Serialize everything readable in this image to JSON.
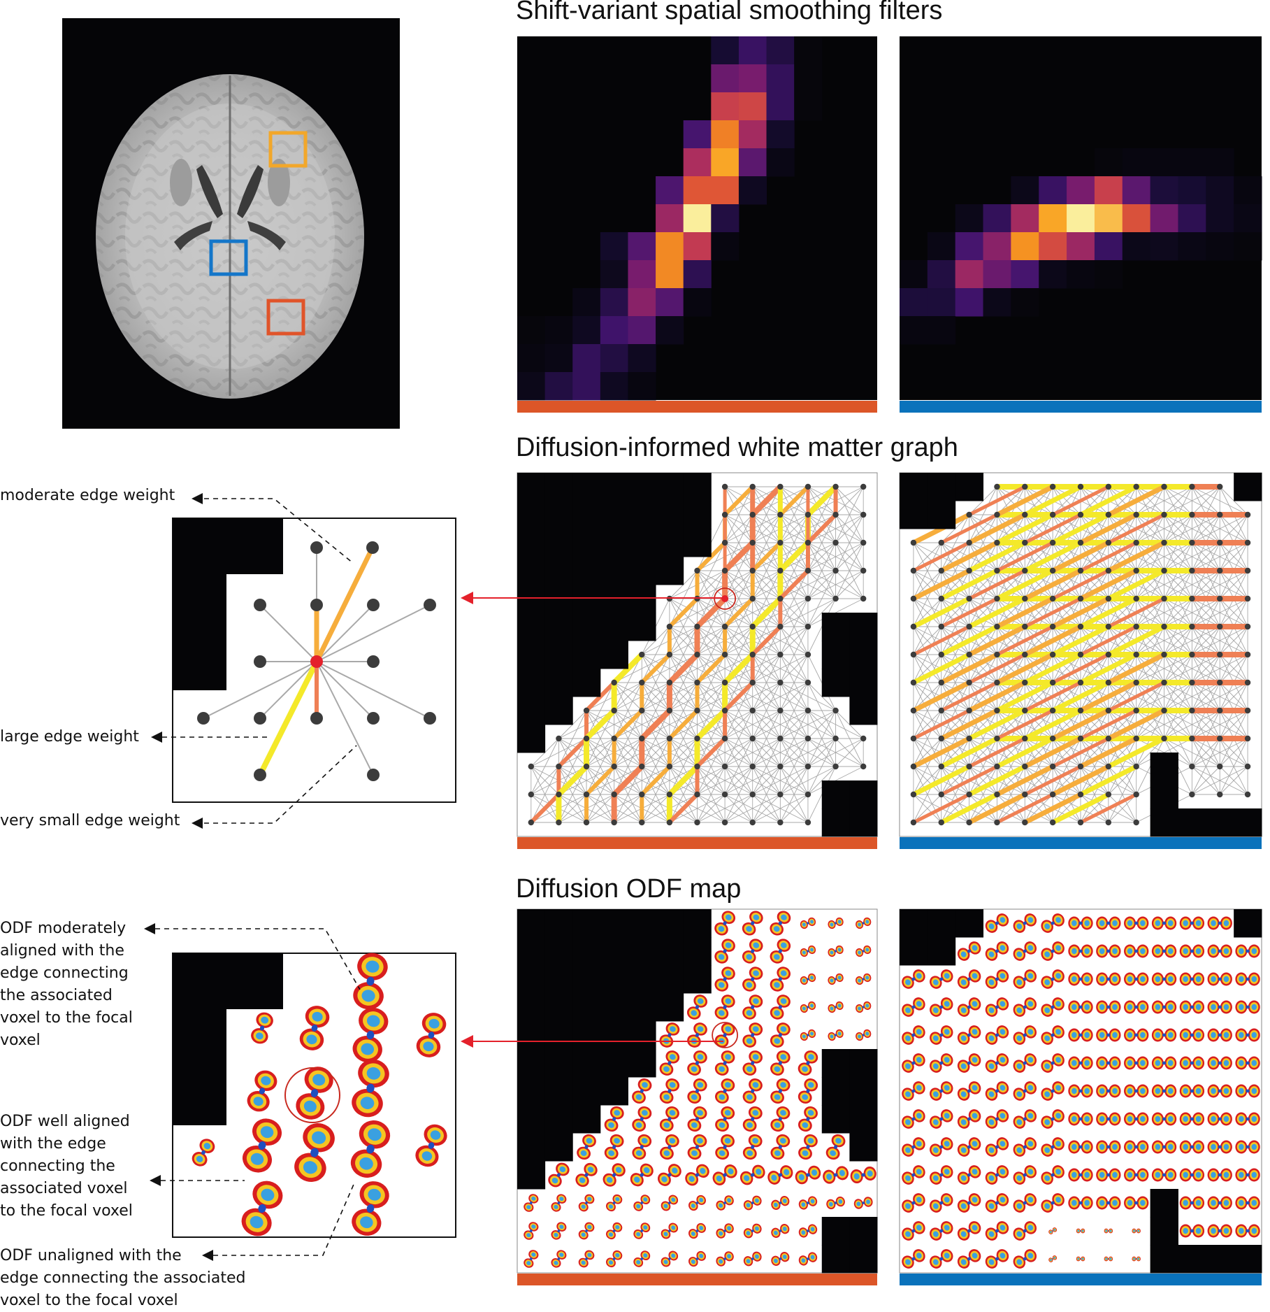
{
  "brain_image": {
    "description": "Axial T1-weighted MRI slice",
    "roi_boxes": [
      {
        "name": "frontal-roi",
        "color": "#f2a72a"
      },
      {
        "name": "central-roi",
        "color": "#1476c9"
      },
      {
        "name": "occipital-roi",
        "color": "#e0542a"
      }
    ]
  },
  "sections": {
    "smoothing": {
      "title": "Shift-variant spatial smoothing filters"
    },
    "graph": {
      "title": "Diffusion-informed white matter graph"
    },
    "odf": {
      "title": "Diffusion ODF map"
    }
  },
  "roi_colors": {
    "orange": "#dc5628",
    "blue": "#0a72bb"
  },
  "graph_annotations": {
    "moderate": "moderate edge weight",
    "large": "large edge weight",
    "very_small": "very small edge weight"
  },
  "odf_annotations": {
    "moderate": "ODF moderately\naligned with the\nedge connecting\nthe associated\nvoxel to the focal\nvoxel",
    "well": "ODF well aligned\nwith the edge\nconnecting the\nassociated voxel\nto the focal voxel",
    "unaligned": "ODF unaligned with the\nedge connecting the associated\nvoxel to the focal voxel"
  },
  "edge_weight_colors": {
    "large": "#f4e92a",
    "moderate": "#f6ad3c",
    "small": "#ef8055",
    "very_small": "#a9a9a9",
    "focal_node": "#e4212b",
    "node": "#3c3c3c"
  },
  "filter_heatmaps": {
    "orange_filter": [
      [
        0,
        0,
        0,
        0,
        0,
        0,
        0,
        10,
        22,
        14,
        1,
        0,
        0
      ],
      [
        0,
        0,
        0,
        0,
        0,
        0,
        0,
        36,
        40,
        20,
        1,
        0,
        0
      ],
      [
        0,
        0,
        0,
        0,
        0,
        0,
        0,
        60,
        62,
        20,
        1,
        0,
        0
      ],
      [
        0,
        0,
        0,
        0,
        0,
        0,
        26,
        78,
        50,
        8,
        0,
        0,
        0
      ],
      [
        0,
        0,
        0,
        0,
        0,
        0,
        52,
        86,
        32,
        3,
        0,
        0,
        0
      ],
      [
        0,
        0,
        0,
        0,
        0,
        28,
        68,
        68,
        6,
        0,
        0,
        0,
        0
      ],
      [
        0,
        0,
        0,
        0,
        0,
        48,
        99,
        14,
        0,
        0,
        0,
        0,
        0
      ],
      [
        0,
        0,
        0,
        8,
        30,
        80,
        58,
        2,
        0,
        0,
        0,
        0,
        0
      ],
      [
        0,
        0,
        0,
        5,
        40,
        80,
        18,
        0,
        0,
        0,
        0,
        0,
        0
      ],
      [
        0,
        0,
        3,
        16,
        44,
        30,
        2,
        0,
        0,
        0,
        0,
        0,
        0
      ],
      [
        1,
        2,
        6,
        24,
        30,
        4,
        0,
        0,
        0,
        0,
        0,
        0,
        0
      ],
      [
        2,
        3,
        20,
        14,
        6,
        0,
        0,
        0,
        0,
        0,
        0,
        0,
        0
      ],
      [
        4,
        14,
        20,
        6,
        2,
        0,
        0,
        0,
        0,
        0,
        0,
        0,
        0
      ]
    ],
    "blue_filter": [
      [
        0,
        0,
        0,
        0,
        0,
        0,
        0,
        0,
        0,
        0,
        0,
        0,
        0
      ],
      [
        0,
        0,
        0,
        0,
        0,
        0,
        0,
        0,
        0,
        0,
        0,
        0,
        0
      ],
      [
        0,
        0,
        0,
        0,
        0,
        0,
        0,
        0,
        0,
        0,
        0,
        0,
        0
      ],
      [
        0,
        0,
        0,
        0,
        0,
        0,
        0,
        0,
        0,
        0,
        0,
        0,
        0
      ],
      [
        0,
        0,
        0,
        0,
        0,
        0,
        0,
        1,
        2,
        2,
        2,
        2,
        0
      ],
      [
        0,
        0,
        0,
        0,
        4,
        22,
        40,
        60,
        32,
        12,
        10,
        6,
        2
      ],
      [
        0,
        0,
        4,
        20,
        50,
        86,
        99,
        90,
        66,
        38,
        18,
        6,
        3
      ],
      [
        0,
        3,
        26,
        44,
        82,
        64,
        48,
        22,
        4,
        5,
        3,
        2,
        1
      ],
      [
        2,
        14,
        48,
        36,
        26,
        4,
        2,
        1,
        0,
        0,
        0,
        0,
        0
      ],
      [
        12,
        12,
        24,
        4,
        1,
        0,
        0,
        0,
        0,
        0,
        0,
        0,
        0
      ],
      [
        2,
        2,
        0,
        0,
        0,
        0,
        0,
        0,
        0,
        0,
        0,
        0,
        0
      ],
      [
        0,
        0,
        0,
        0,
        0,
        0,
        0,
        0,
        0,
        0,
        0,
        0,
        0
      ],
      [
        0,
        0,
        0,
        0,
        0,
        0,
        0,
        0,
        0,
        0,
        0,
        0,
        0
      ]
    ]
  }
}
